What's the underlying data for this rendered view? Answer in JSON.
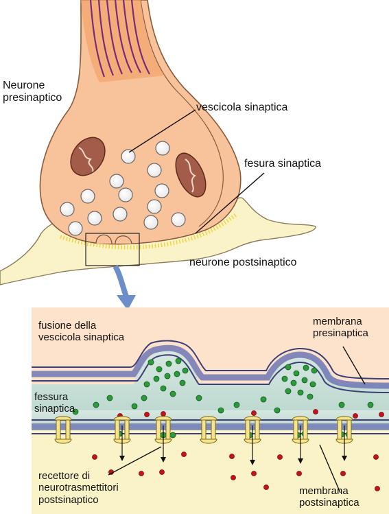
{
  "labels": {
    "presynaptic_neuron": [
      "Neurone",
      "presinaptico"
    ],
    "synaptic_vesicle": "vescicola sinaptica",
    "synaptic_cleft_top": "fesura sinaptica",
    "postsynaptic_neuron": "neurone postsinaptico",
    "vesicle_fusion": [
      "fusione della",
      "vescicola sinaptica"
    ],
    "presynaptic_membrane": [
      "membrana",
      "presinaptica"
    ],
    "synaptic_cleft_bottom": [
      "fessura",
      "sinaptica"
    ],
    "receptor": [
      "recettore di",
      "neurotrasmettitori",
      "postsinaptico"
    ],
    "postsynaptic_membrane": [
      "membrana",
      "postsinaptica"
    ]
  },
  "colors": {
    "axon_orange": "#f2a36b",
    "terminal_fill": "#f8c39a",
    "postsynaptic_cream": "#fbf3c8",
    "receptor_yellow": "#f7e48a",
    "membrane_blue": "#6f77b4",
    "cleft_teal": "#cfe3dc",
    "vesicle_white": "#ffffff",
    "neurotransmitter_green": "#2a9a3a",
    "ion_red": "#c4121c",
    "mitochondria": "#a35b4a",
    "arrow_blue": "#6d8ec8"
  }
}
